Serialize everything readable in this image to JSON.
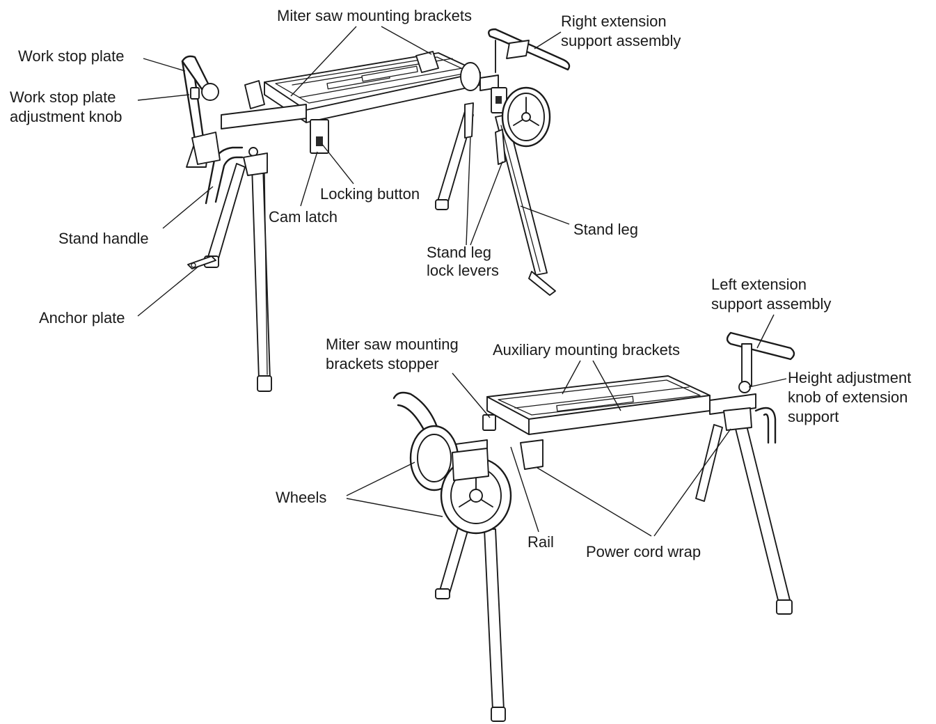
{
  "colors": {
    "line": "#1a1a1a",
    "background": "#ffffff",
    "fill_dark": "#2a2a2a"
  },
  "labels": {
    "miter_saw_mounting_brackets": "Miter saw mounting brackets",
    "right_extension_line1": "Right extension",
    "right_extension_line2": "support assembly",
    "work_stop_plate": "Work stop plate",
    "work_stop_knob_line1": "Work stop plate",
    "work_stop_knob_line2": "adjustment knob",
    "locking_button": "Locking button",
    "cam_latch": "Cam latch",
    "stand_handle": "Stand handle",
    "stand_leg": "Stand leg",
    "stand_leg_lock_line1": "Stand leg",
    "stand_leg_lock_line2": "lock levers",
    "anchor_plate": "Anchor plate",
    "left_extension_line1": "Left extension",
    "left_extension_line2": "support assembly",
    "bracket_stopper_line1": "Miter saw mounting",
    "bracket_stopper_line2": "brackets stopper",
    "auxiliary_mounting_brackets": "Auxiliary mounting brackets",
    "height_knob_line1": "Height adjustment",
    "height_knob_line2": "knob of extension",
    "height_knob_line3": "support",
    "wheels": "Wheels",
    "rail": "Rail",
    "power_cord_wrap": "Power cord wrap"
  }
}
